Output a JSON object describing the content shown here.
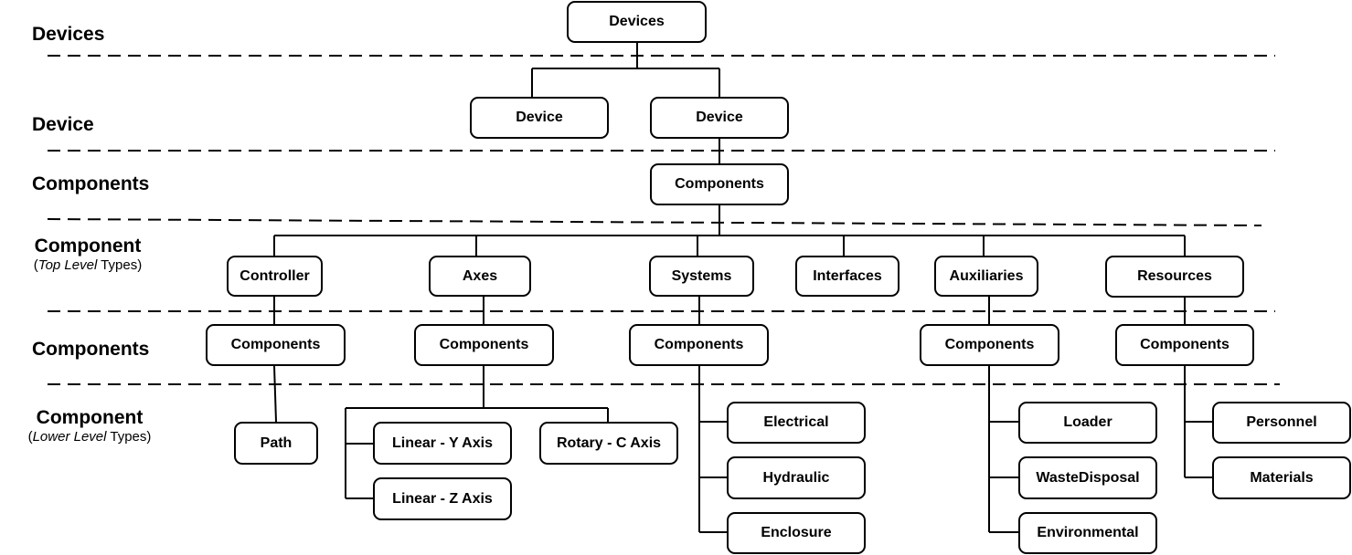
{
  "levels": {
    "devices": "Devices",
    "device": "Device",
    "components1": "Components",
    "component_top": "Component",
    "component_top_sub": {
      "open": "(",
      "italic": "Top Level",
      "rest": " Types)"
    },
    "components2": "Components",
    "component_lower": "Component",
    "component_lower_sub": {
      "open": "(",
      "italic": "Lower Level",
      "rest": " Types)"
    }
  },
  "nodes": {
    "root": "Devices",
    "device_left": "Device",
    "device_right": "Device",
    "components_main": "Components",
    "controller": "Controller",
    "axes": "Axes",
    "systems": "Systems",
    "interfaces": "Interfaces",
    "auxiliaries": "Auxiliaries",
    "resources": "Resources",
    "controller_components": "Components",
    "axes_components": "Components",
    "systems_components": "Components",
    "auxiliaries_components": "Components",
    "resources_components": "Components",
    "path": "Path",
    "linear_y": "Linear - Y Axis",
    "linear_z": "Linear - Z Axis",
    "rotary_c": "Rotary - C Axis",
    "electrical": "Electrical",
    "hydraulic": "Hydraulic",
    "enclosure": "Enclosure",
    "loader": "Loader",
    "waste": "WasteDisposal",
    "environmental": "Environmental",
    "personnel": "Personnel",
    "materials": "Materials"
  }
}
